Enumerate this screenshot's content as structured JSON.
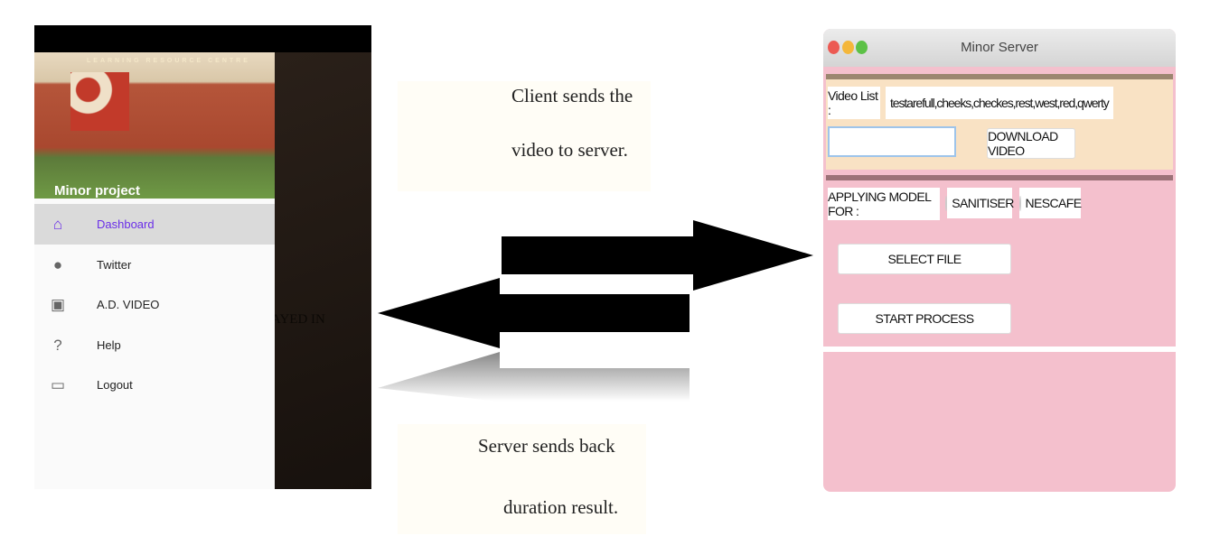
{
  "client_app": {
    "header_title": "Minor project",
    "header_image_sign": "LEARNING RESOURCE CENTRE",
    "background_text": "AYED IN",
    "menu": [
      {
        "label": "Dashboard",
        "icon": "home-icon",
        "active": true
      },
      {
        "label": "Twitter",
        "icon": "globe-icon"
      },
      {
        "label": "A.D. VIDEO",
        "icon": "music-video-icon"
      },
      {
        "label": "Help",
        "icon": "help-icon"
      },
      {
        "label": "Logout",
        "icon": "label-tag-icon"
      }
    ],
    "accent": "#6a2ee8"
  },
  "captions": {
    "to_server_line1": "Client sends the",
    "to_server_line2": "video to server.",
    "to_client_line1": "Server sends back",
    "to_client_line2": "duration result."
  },
  "server_app": {
    "title": "Minor Server",
    "video_list_label": "Video List :",
    "video_list_value": "testarefull,cheeks,checkes,rest,west,red,qwerty",
    "video_input_value": "",
    "download_button": "DOWNLOAD VIDEO",
    "model_label": "APPLYING MODEL FOR :",
    "model_options": [
      "SANITISER",
      "NESCAFE"
    ],
    "select_file_button": "SELECT FILE",
    "start_process_button": "START PROCESS",
    "colors": {
      "top_panel": "#f9e2c4",
      "bottom_panel": "#f4c0cd"
    }
  }
}
